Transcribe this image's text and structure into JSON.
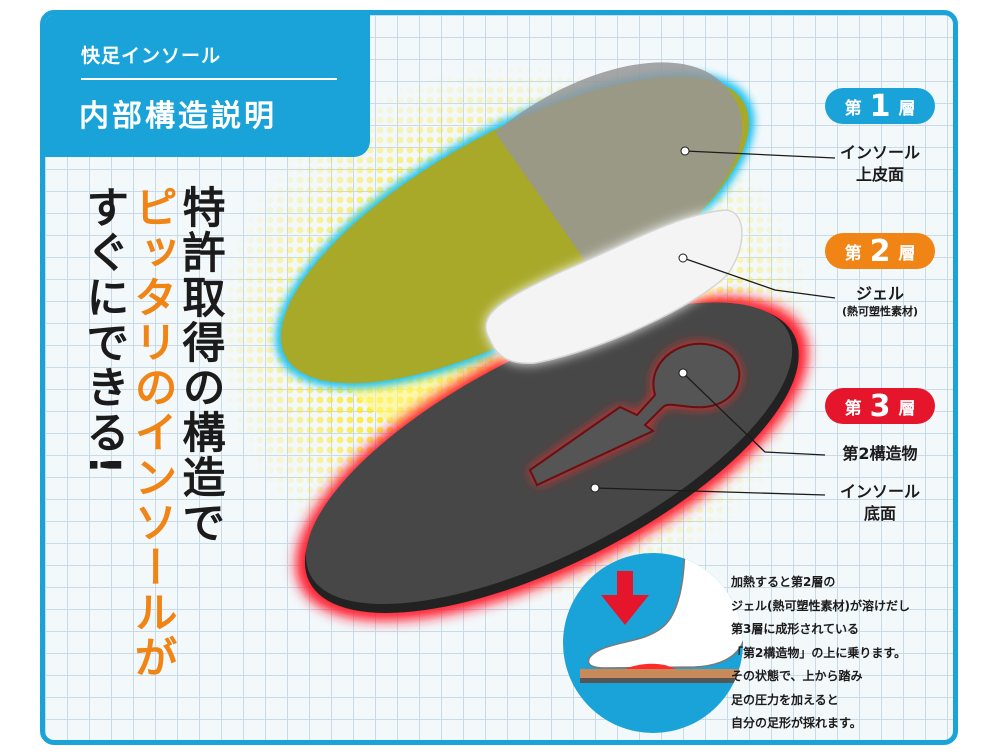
{
  "header": {
    "subtitle": "快足インソール",
    "title": "内部構造説明"
  },
  "headline": {
    "line1": "特許取得の構造で",
    "line2": "ピッタリのインソールが",
    "line3": "すぐにできる!"
  },
  "layers": [
    {
      "prefix": "第",
      "number": "1",
      "suffix": "層",
      "color": "#1aa3d9",
      "label_lines": [
        "インソール",
        "上皮面"
      ],
      "sub": ""
    },
    {
      "prefix": "第",
      "number": "2",
      "suffix": "層",
      "color": "#f08415",
      "label_lines": [
        "ジェル"
      ],
      "sub": "(熱可塑性素材)"
    },
    {
      "prefix": "第",
      "number": "3",
      "suffix": "層",
      "color": "#e5152b",
      "label_lines": [
        "第2構造物"
      ],
      "sub": ""
    }
  ],
  "bottom_label": [
    "インソール",
    "底面"
  ],
  "note": [
    "加熱すると第2層の",
    "ジェル(熱可塑性素材)が溶けだし",
    "第3層に成形されている",
    "「第2構造物」の上に乗ります。",
    "その状態で、上から踏み",
    "足の圧力を加えると",
    "自分の足形が採れます。"
  ],
  "colors": {
    "accent_blue": "#1aa3d9",
    "accent_orange": "#f08415",
    "accent_red": "#e5152b",
    "insole_dark": "#3f3f3f",
    "insole_top": "#a8a829"
  }
}
